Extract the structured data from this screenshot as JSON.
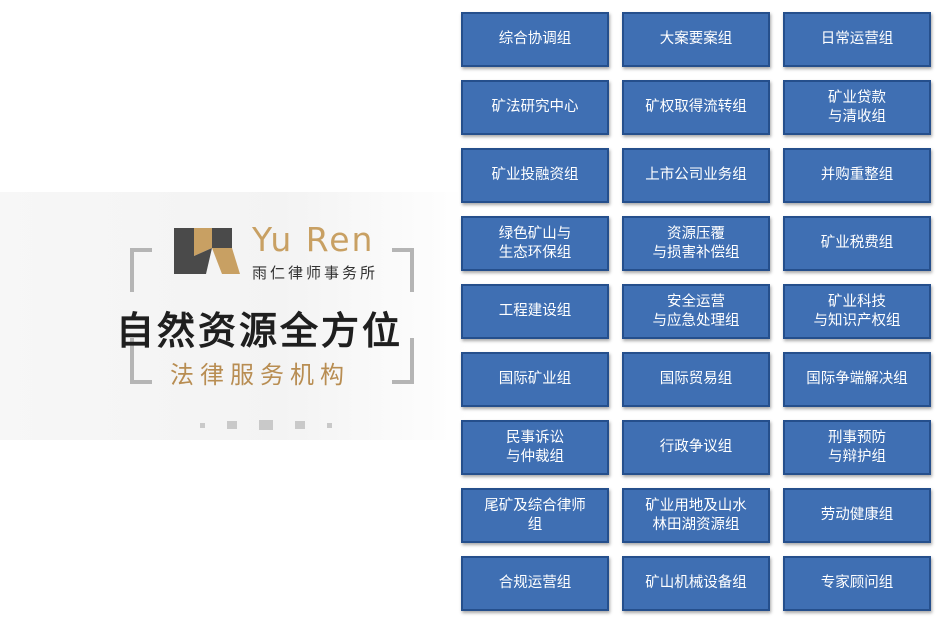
{
  "brand": {
    "name": "Yu Ren",
    "name_cn": "雨仁律师事务所",
    "headline": "自然资源全方位",
    "subline": "法律服务机构",
    "accent_color": "#c8a063",
    "mark_icon": "yuren-logo-mark"
  },
  "colors": {
    "cell_fill": "#3f6fb3",
    "cell_border": "#254f8c",
    "cell_text": "#ffffff"
  },
  "groups": [
    "综合协调组",
    "大案要案组",
    "日常运营组",
    "矿法研究中心",
    "矿权取得流转组",
    "矿业贷款\n与清收组",
    "矿业投融资组",
    "上市公司业务组",
    "并购重整组",
    "绿色矿山与\n生态环保组",
    "资源压覆\n与损害补偿组",
    "矿业税费组",
    "工程建设组",
    "安全运营\n与应急处理组",
    "矿业科技\n与知识产权组",
    "国际矿业组",
    "国际贸易组",
    "国际争端解决组",
    "民事诉讼\n与仲裁组",
    "行政争议组",
    "刑事预防\n与辩护组",
    "尾矿及综合律师\n组",
    "矿业用地及山水\n林田湖资源组",
    "劳动健康组",
    "合规运营组",
    "矿山机械设备组",
    "专家顾问组"
  ]
}
